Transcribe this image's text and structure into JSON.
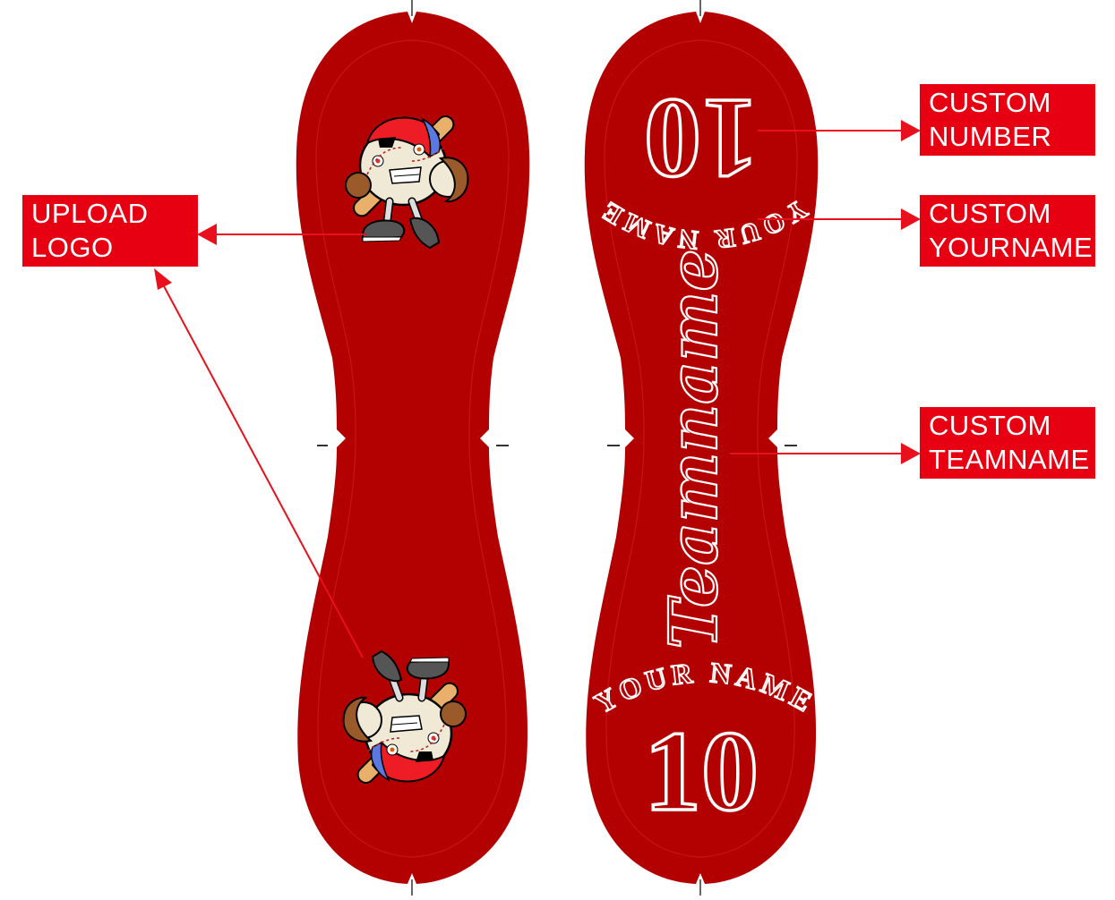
{
  "colors": {
    "panel_red": "#b30000",
    "seam_line": "#c81414",
    "callout_red": "#e60012",
    "arrow_red": "#e8101c",
    "text_outline": "#ffffff",
    "notch_mark": "#333333"
  },
  "panels": [
    {
      "id": "left-panel",
      "top_graphic": "baseball-mascot-logo",
      "bottom_graphic": "baseball-mascot-logo-inverted"
    },
    {
      "id": "right-panel",
      "top_number": "10",
      "top_name": "YOUR NAME",
      "middle_team": "Teamname",
      "bottom_name": "YOUR NAME",
      "bottom_number": "10"
    }
  ],
  "callouts": {
    "upload_logo": {
      "line1": "UPLOAD",
      "line2": "LOGO"
    },
    "custom_number": {
      "line1": "CUSTOM",
      "line2": "NUMBER"
    },
    "custom_yourname": {
      "line1": "CUSTOM",
      "line2": "YOURNAME"
    },
    "custom_teamname": {
      "line1": "CUSTOM",
      "line2": "TEAMNAME"
    }
  }
}
